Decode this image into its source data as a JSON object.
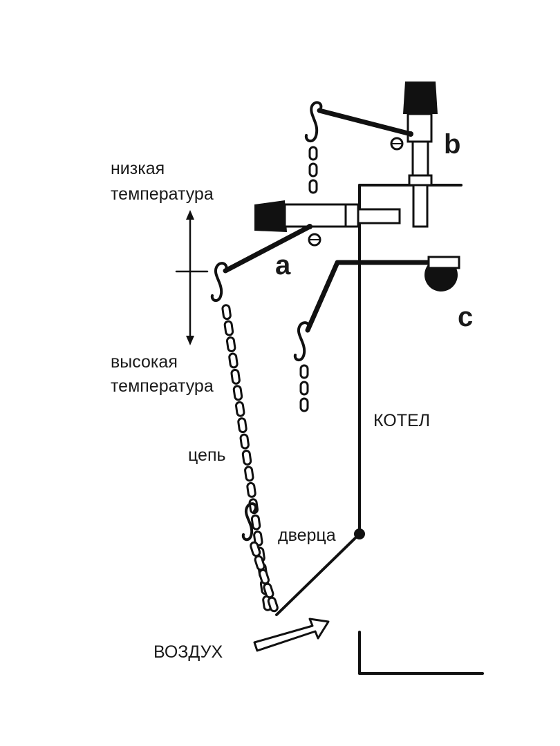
{
  "labels": {
    "a": "a",
    "b": "b",
    "c": "c",
    "low_temp_line1": "низкая",
    "low_temp_line2": "температура",
    "high_temp_line1": "высокая",
    "high_temp_line2": "температура",
    "chain": "цепь",
    "door": "дверца",
    "boiler": "КОТЕЛ",
    "air": "ВОЗДУХ"
  }
}
